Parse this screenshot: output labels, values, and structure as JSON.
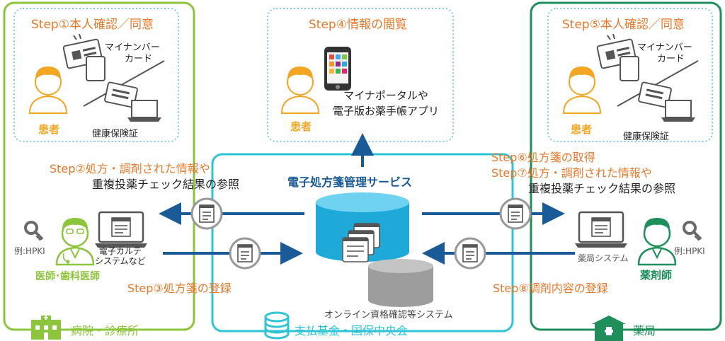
{
  "hospital": {
    "step1": "Step①本人確認／同意",
    "mynumber_card": [
      "マイナンバー",
      "カード"
    ],
    "insurance_card": "健康保険証",
    "patient_label": "患者",
    "step2": [
      "Step②処方・調剤された情報や",
      "重複投薬チェック結果の参照"
    ],
    "step3": "Step③処方箋の登録",
    "ehr_system": [
      "電子カルテ",
      "システムなど"
    ],
    "hpki_example": "例:HPKI",
    "doctor_label": "医師･歯科医師",
    "org_label": "病院・診療所"
  },
  "patient_view": {
    "step4": "Step④情報の閲覧",
    "app_text": [
      "マイナポータルや",
      "電子版お薬手帳アプリ"
    ],
    "patient_label": "患者"
  },
  "center": {
    "service_name": "電子処方箋管理サービス",
    "online_system": "オンライン資格確認等システム",
    "org_label": "支払基金・国保中央会"
  },
  "pharmacy": {
    "step5": "Step⑤本人確認／同意",
    "mynumber_card": [
      "マイナンバー",
      "カード"
    ],
    "insurance_card": "健康保険証",
    "patient_label": "患者",
    "step6": "Step⑥処方箋の取得",
    "step7": [
      "Step⑦処方・調剤された情報や",
      "重複投薬チェック結果の参照"
    ],
    "step8": "Step⑧調剤内容の登録",
    "pharmacy_system": "薬局システム",
    "hpki_example": "例:HPKI",
    "pharmacist_label": "薬剤師",
    "org_label": "薬局"
  },
  "colors": {
    "hospital_green": "#8cc43c",
    "pharmacy_green": "#1e8f5a",
    "center_cyan": "#2ec4d6",
    "arrow_blue": "#1a5a96",
    "step_orange": "#e8782a",
    "patient_orange": "#f2a623",
    "dotted_blue": "#7ec8e6"
  }
}
